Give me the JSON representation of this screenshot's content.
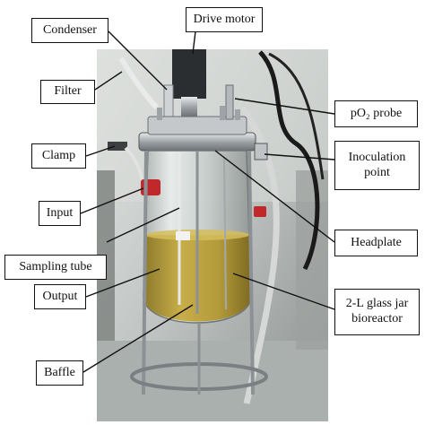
{
  "figure": {
    "labels": {
      "condenser": "Condenser",
      "drive_motor": "Drive motor",
      "filter": "Filter",
      "po2_probe": "pO₂ probe",
      "clamp": "Clamp",
      "inoculation_point_line1": "Inoculation",
      "inoculation_point_line2": "point",
      "input": "Input",
      "headplate": "Headplate",
      "sampling_tube": "Sampling tube",
      "output": "Output",
      "bioreactor_line1": "2-L glass jar",
      "bioreactor_line2": "bioreactor",
      "baffle": "Baffle"
    }
  },
  "colors": {
    "photo_background": "#c9ccc9",
    "culture_medium": "#b39a3a",
    "steel": "#b8bcc0",
    "red_cap": "#c0282c",
    "label_border": "#111111"
  }
}
